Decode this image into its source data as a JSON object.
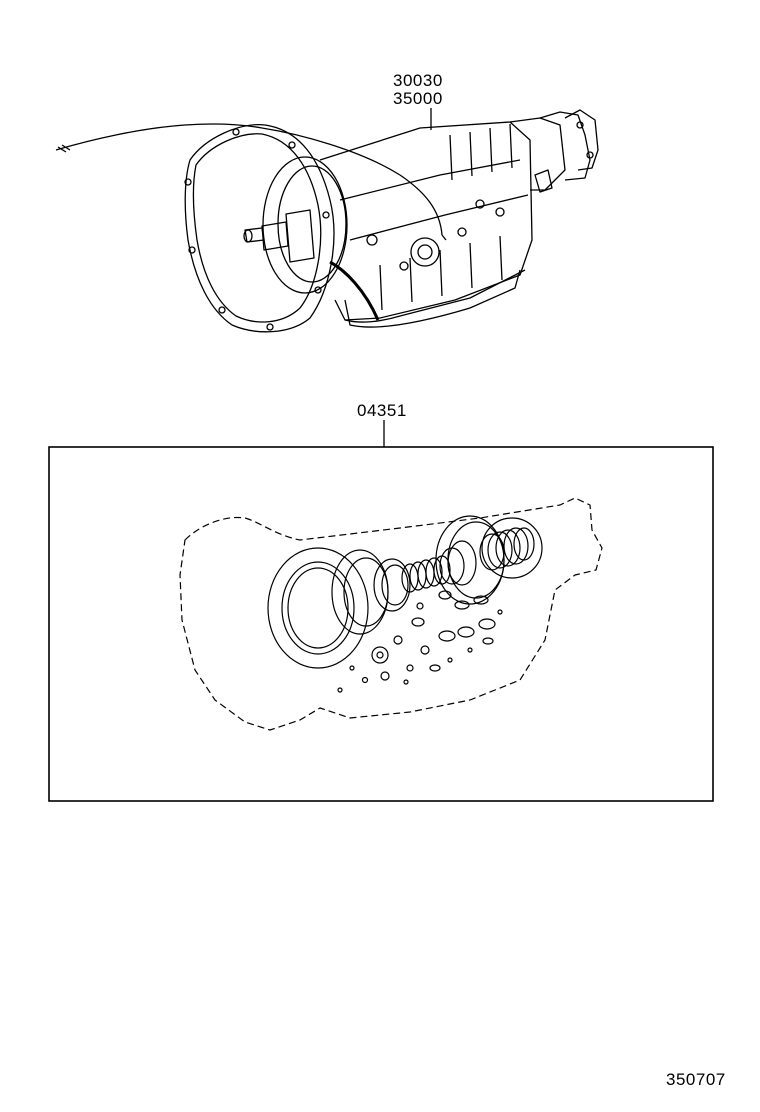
{
  "diagram": {
    "callouts": {
      "assembly_part_1": "30030",
      "assembly_part_2": "35000",
      "overhaul_kit": "04351"
    },
    "figure_number": "350707"
  }
}
